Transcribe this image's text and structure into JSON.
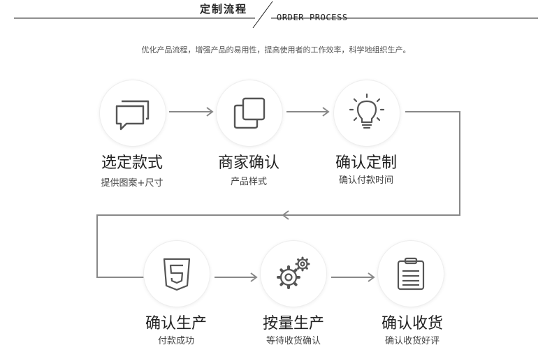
{
  "header": {
    "title": "定制流程",
    "subtitle": "ORDER PROCESS"
  },
  "intro": "优化产品流程，增强产品的易用性，提高使用者的工作效率，科学地组织生产。",
  "steps": [
    {
      "title": "选定款式",
      "desc": "提供图案+尺寸",
      "icon": "chat-bubbles-icon"
    },
    {
      "title": "商家确认",
      "desc": "产品样式",
      "icon": "copy-squares-icon"
    },
    {
      "title": "确认定制",
      "desc": "确认付款时间",
      "icon": "lightbulb-icon"
    },
    {
      "title": "确认生产",
      "desc": "付款成功",
      "icon": "html5-shield-icon"
    },
    {
      "title": "按量生产",
      "desc": "等待收货确认",
      "icon": "gears-icon"
    },
    {
      "title": "确认收货",
      "desc": "确认收货好评",
      "icon": "clipboard-icon"
    }
  ],
  "colors": {
    "line": "#888888",
    "icon": "#555555",
    "text": "#222222"
  }
}
